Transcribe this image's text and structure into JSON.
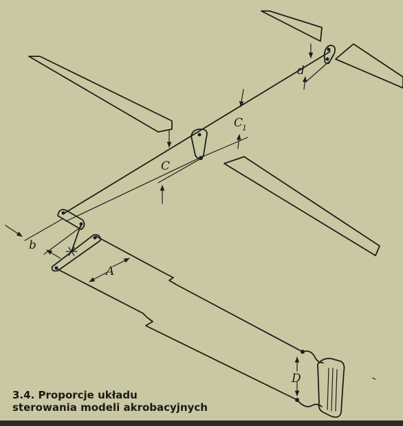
{
  "figure": {
    "labels": {
      "c": "C",
      "c1_main": "C",
      "c1_sub": "1",
      "d_small": "d",
      "b": "b",
      "a": "A",
      "d_large": "D"
    }
  },
  "caption": {
    "number": "3.4.",
    "line1": "Proporcje układu",
    "line2": "sterowania modeli akrobacyjnych"
  }
}
